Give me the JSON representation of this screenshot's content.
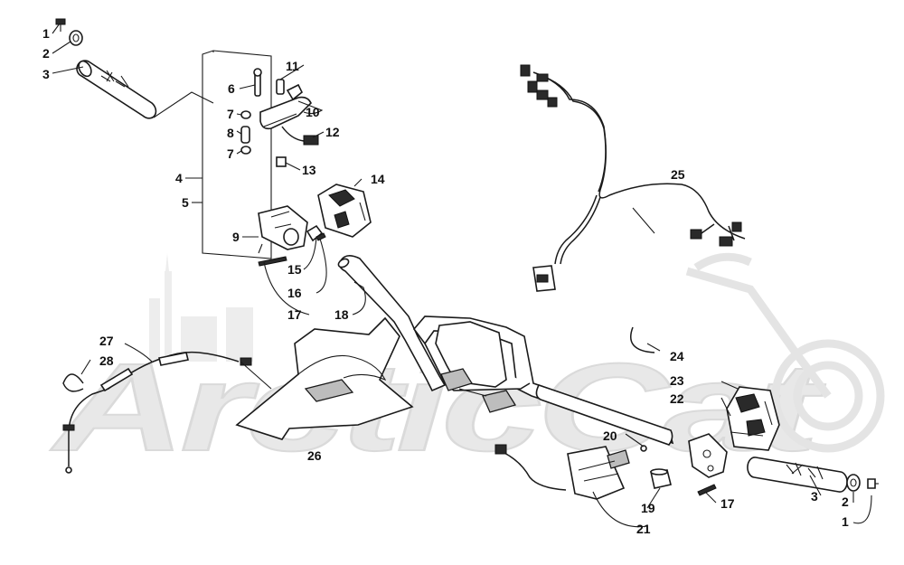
{
  "watermark": {
    "text": "ArcticCat",
    "color": "#e0e0e0"
  },
  "callouts": [
    {
      "id": "c1-top",
      "number": "1"
    },
    {
      "id": "c2-top",
      "number": "2"
    },
    {
      "id": "c3-top",
      "number": "3"
    },
    {
      "id": "c4",
      "number": "4"
    },
    {
      "id": "c5",
      "number": "5"
    },
    {
      "id": "c6",
      "number": "6"
    },
    {
      "id": "c7-a",
      "number": "7"
    },
    {
      "id": "c7-b",
      "number": "7"
    },
    {
      "id": "c8",
      "number": "8"
    },
    {
      "id": "c9",
      "number": "9"
    },
    {
      "id": "c10",
      "number": "10"
    },
    {
      "id": "c11",
      "number": "11"
    },
    {
      "id": "c12",
      "number": "12"
    },
    {
      "id": "c13",
      "number": "13"
    },
    {
      "id": "c14",
      "number": "14"
    },
    {
      "id": "c15",
      "number": "15"
    },
    {
      "id": "c16",
      "number": "16"
    },
    {
      "id": "c17-left",
      "number": "17"
    },
    {
      "id": "c18",
      "number": "18"
    },
    {
      "id": "c19",
      "number": "19"
    },
    {
      "id": "c20",
      "number": "20"
    },
    {
      "id": "c21",
      "number": "21"
    },
    {
      "id": "c22",
      "number": "22"
    },
    {
      "id": "c23",
      "number": "23"
    },
    {
      "id": "c24",
      "number": "24"
    },
    {
      "id": "c25",
      "number": "25"
    },
    {
      "id": "c26",
      "number": "26"
    },
    {
      "id": "c27",
      "number": "27"
    },
    {
      "id": "c28",
      "number": "28"
    },
    {
      "id": "c17-right",
      "number": "17"
    },
    {
      "id": "c3-bottom",
      "number": "3"
    },
    {
      "id": "c2-bottom",
      "number": "2"
    },
    {
      "id": "c1-bottom",
      "number": "1"
    }
  ]
}
